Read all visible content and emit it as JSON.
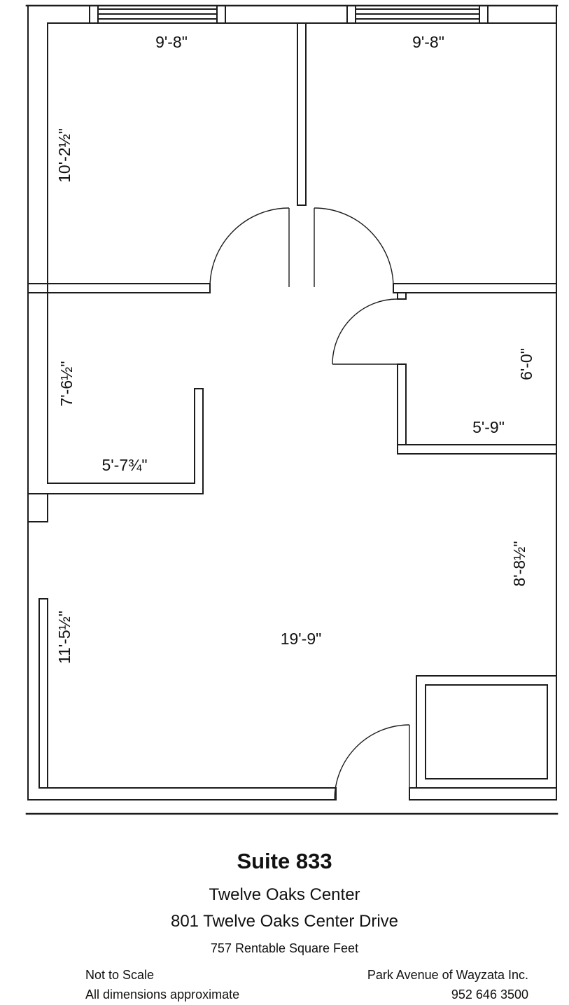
{
  "plan": {
    "dims": {
      "left_room_width": "9'-8\"",
      "right_room_width": "9'-8\"",
      "left_room_depth": "10'-2½\"",
      "middle_room_depth": "7'-6½\"",
      "nook_width": "5'-7¾\"",
      "closet_depth": "6'-0\"",
      "closet_width": "5'-9\"",
      "right_wall_span": "8'-8½\"",
      "left_wall_span": "11'-5½\"",
      "main_room_width": "19'-9\""
    }
  },
  "footer": {
    "suite": "Suite 833",
    "building": "Twelve Oaks Center",
    "address": "801 Twelve Oaks Center Drive",
    "area": "757 Rentable Square Feet",
    "note_scale": "Not to Scale",
    "note_approx": "All dimensions approximate",
    "company": "Park Avenue of Wayzata Inc.",
    "phone": "952 646 3500"
  }
}
